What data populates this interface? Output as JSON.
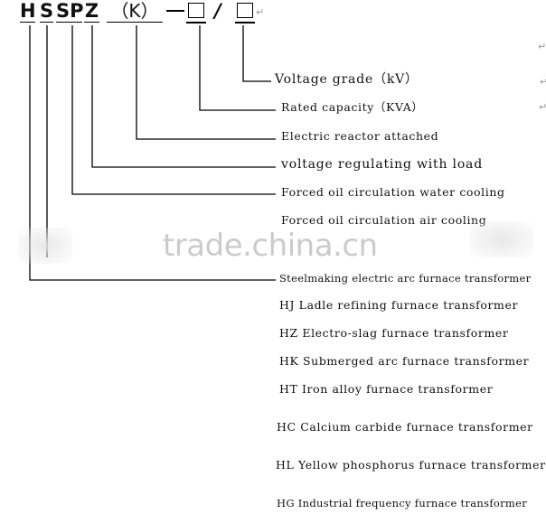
{
  "code": {
    "h": "H",
    "s": "S",
    "sp": "SP",
    "z": "Z",
    "k": "（K）",
    "slash": "/"
  },
  "labels": {
    "voltage_grade": "Voltage grade（kV）",
    "rated_capacity": "Rated capacity（KVA）",
    "reactor": "Electric reactor attached",
    "voltage_regulating": "voltage regulating with load",
    "forced_oil_water": "Forced oil circulation water cooling",
    "forced_oil_air": "Forced oil circulation air cooling",
    "steelmaking": "Steelmaking electric arc furnace transformer",
    "hj": "HJ Ladle refining furnace transformer",
    "hz": "HZ Electro-slag furnace transformer",
    "hk": "HK Submerged arc furnace transformer",
    "ht": "HT Iron alloy furnace transformer",
    "hc": "HC Calcium carbide furnace transformer",
    "hl": "HL Yellow phosphorus furnace transformer",
    "hg": "HG Industrial frequency furnace transformer"
  },
  "watermark": "trade.china.cn"
}
